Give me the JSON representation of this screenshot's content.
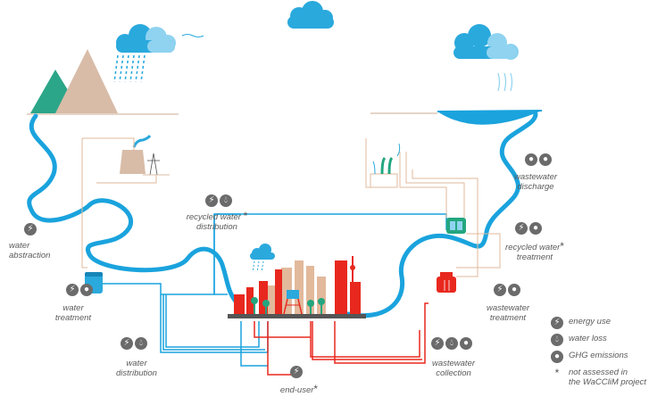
{
  "labels": {
    "water_abstraction": [
      "water",
      "abstraction"
    ],
    "water_treatment": [
      "water",
      "treatment"
    ],
    "water_distribution": [
      "water",
      "distribution"
    ],
    "recycled_water_distribution": [
      "recycled water",
      "distribution"
    ],
    "end_user": "end-user",
    "wastewater_collection": [
      "wastewater",
      "collection"
    ],
    "wastewater_treatment": [
      "wastewater",
      "treatment"
    ],
    "recycled_water_treatment": [
      "recycled water",
      "treatment"
    ],
    "wastewater_discharge": [
      "wastewater",
      "discharge"
    ],
    "asterisk": "*"
  },
  "legend": {
    "energy_use": "energy use",
    "water_loss": "water loss",
    "ghg_emissions": "GHG emissions",
    "not_assessed_line1": "not assessed in",
    "not_assessed_line2": "the WaCCliM project",
    "asterisk": "*"
  },
  "icons": {
    "energy": "lightning-icon",
    "water_loss": "drop-icon",
    "ghg": "ghg-icon"
  },
  "colors": {
    "water_blue": "#1aa3dd",
    "pipe_red": "#e8281e",
    "recycled_tan": "#e2b99b",
    "mountain_tan": "#d8bca8",
    "mountain_green": "#2ca688",
    "cloud_blue": "#2aa9dd",
    "cloud_light": "#8fd3f0",
    "icon_grey": "#6b6b6b",
    "text_grey": "#5a5a5a",
    "plant_green": "#23a67f"
  }
}
